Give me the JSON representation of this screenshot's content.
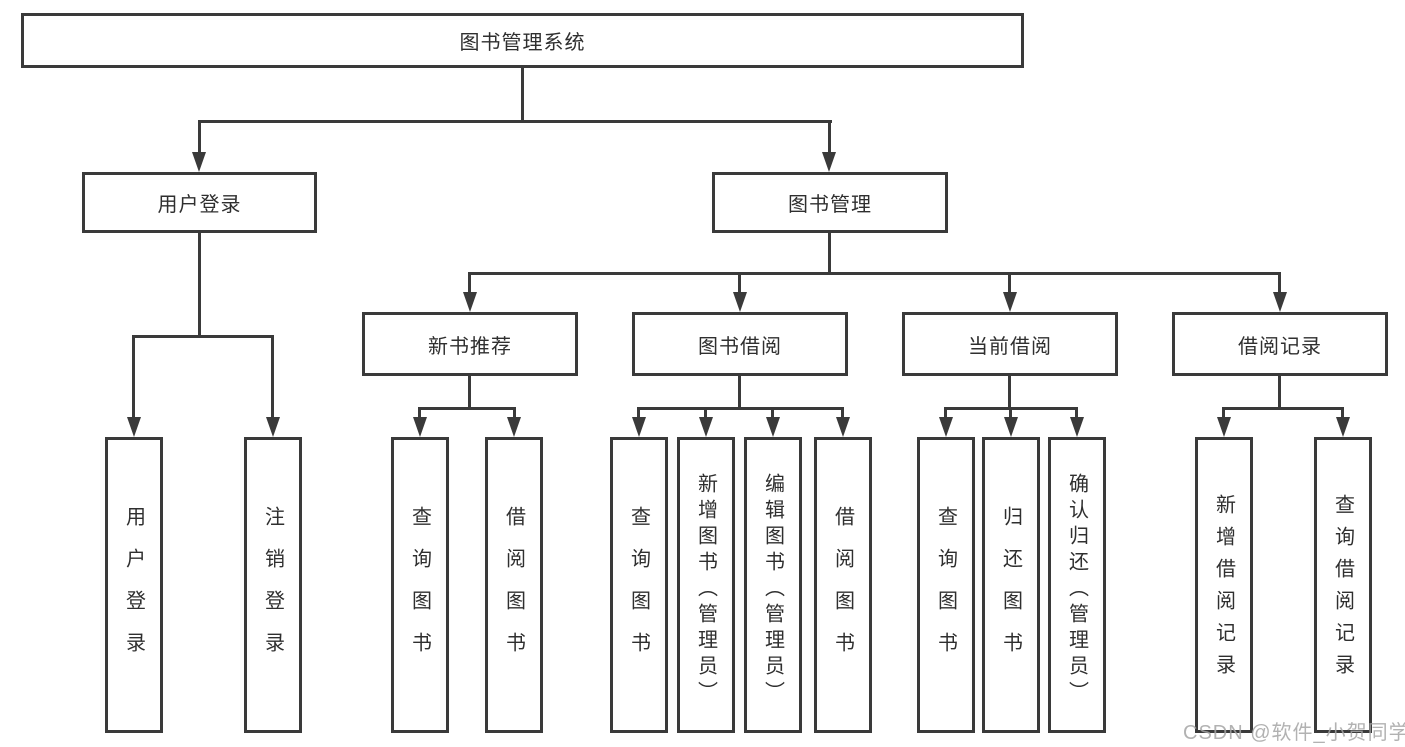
{
  "diagram_title": "图书管理系统",
  "nodes": {
    "root": "图书管理系统",
    "branch_user_login": "用户登录",
    "branch_book_mgmt": "图书管理",
    "branch_new_book_rec": "新书推荐",
    "branch_book_borrow": "图书借阅",
    "branch_current_borrow": "当前借阅",
    "branch_borrow_records": "借阅记录",
    "leaf_user_login": "用户登录",
    "leaf_logout": "注销登录",
    "leaf_nbr_query_books": "查询图书",
    "leaf_nbr_borrow_books": "借阅图书",
    "leaf_bb_query_books": "查询图书",
    "leaf_bb_add_books_admin": "新增图书（管理员）",
    "leaf_bb_edit_books_admin": "编辑图书（管理员）",
    "leaf_bb_borrow_books": "借阅图书",
    "leaf_cb_query_books": "查询图书",
    "leaf_cb_return_books": "归还图书",
    "leaf_cb_confirm_return_admin": "确认归还（管理员）",
    "leaf_br_add_record": "新增借阅记录",
    "leaf_br_query_record": "查询借阅记录"
  },
  "watermark": "CSDN @软件_小贺同学",
  "colors": {
    "line": "#3a3a3a",
    "text": "#2f2f2f",
    "background": "#ffffff",
    "watermark": "#a4a4a4"
  }
}
